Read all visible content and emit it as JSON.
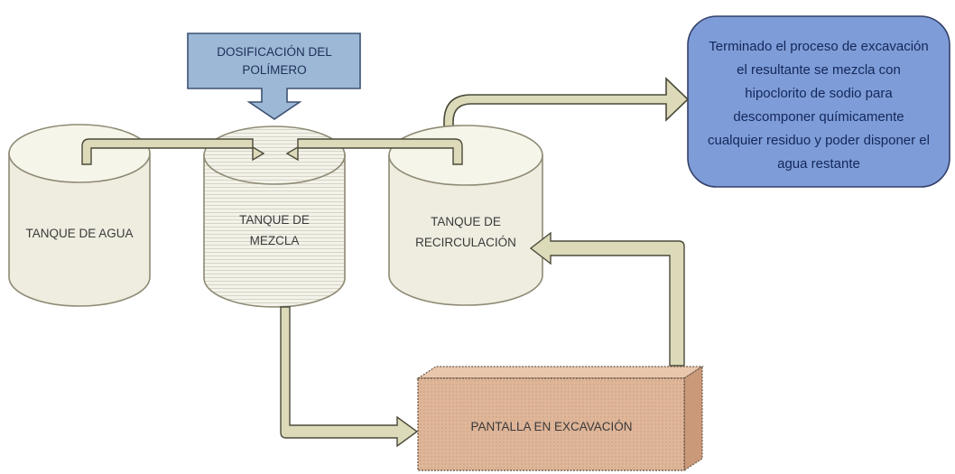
{
  "dosing": {
    "label_line1": "DOSIFICACIÓN DEL",
    "label_line2": "POLÍMERO"
  },
  "tanks": {
    "water": {
      "label_line1": "TANQUE DE AGUA"
    },
    "mix": {
      "label_line1": "TANQUE DE",
      "label_line2": "MEZCLA"
    },
    "recirculation": {
      "label_line1": "TANQUE DE",
      "label_line2": "RECIRCULACIÓN"
    }
  },
  "screen": {
    "label": "PANTALLA EN EXCAVACIÓN"
  },
  "note": {
    "lines": [
      "Terminado el proceso de excavación",
      "el resultante se mezcla con",
      "hipoclorito de sodio para",
      "descomponer químicamente",
      "cualquier residuo y poder disponer el",
      "agua restante"
    ]
  },
  "colors": {
    "tank_fill": "#efede0",
    "tank_stroke": "#8e8a74",
    "pipe_fill": "#dcdab9",
    "pipe_stroke": "#4a4a3a",
    "dosing_fill": "#9cb8d6",
    "note_fill": "#7e9dd8",
    "screen_fill": "#e0b699"
  }
}
